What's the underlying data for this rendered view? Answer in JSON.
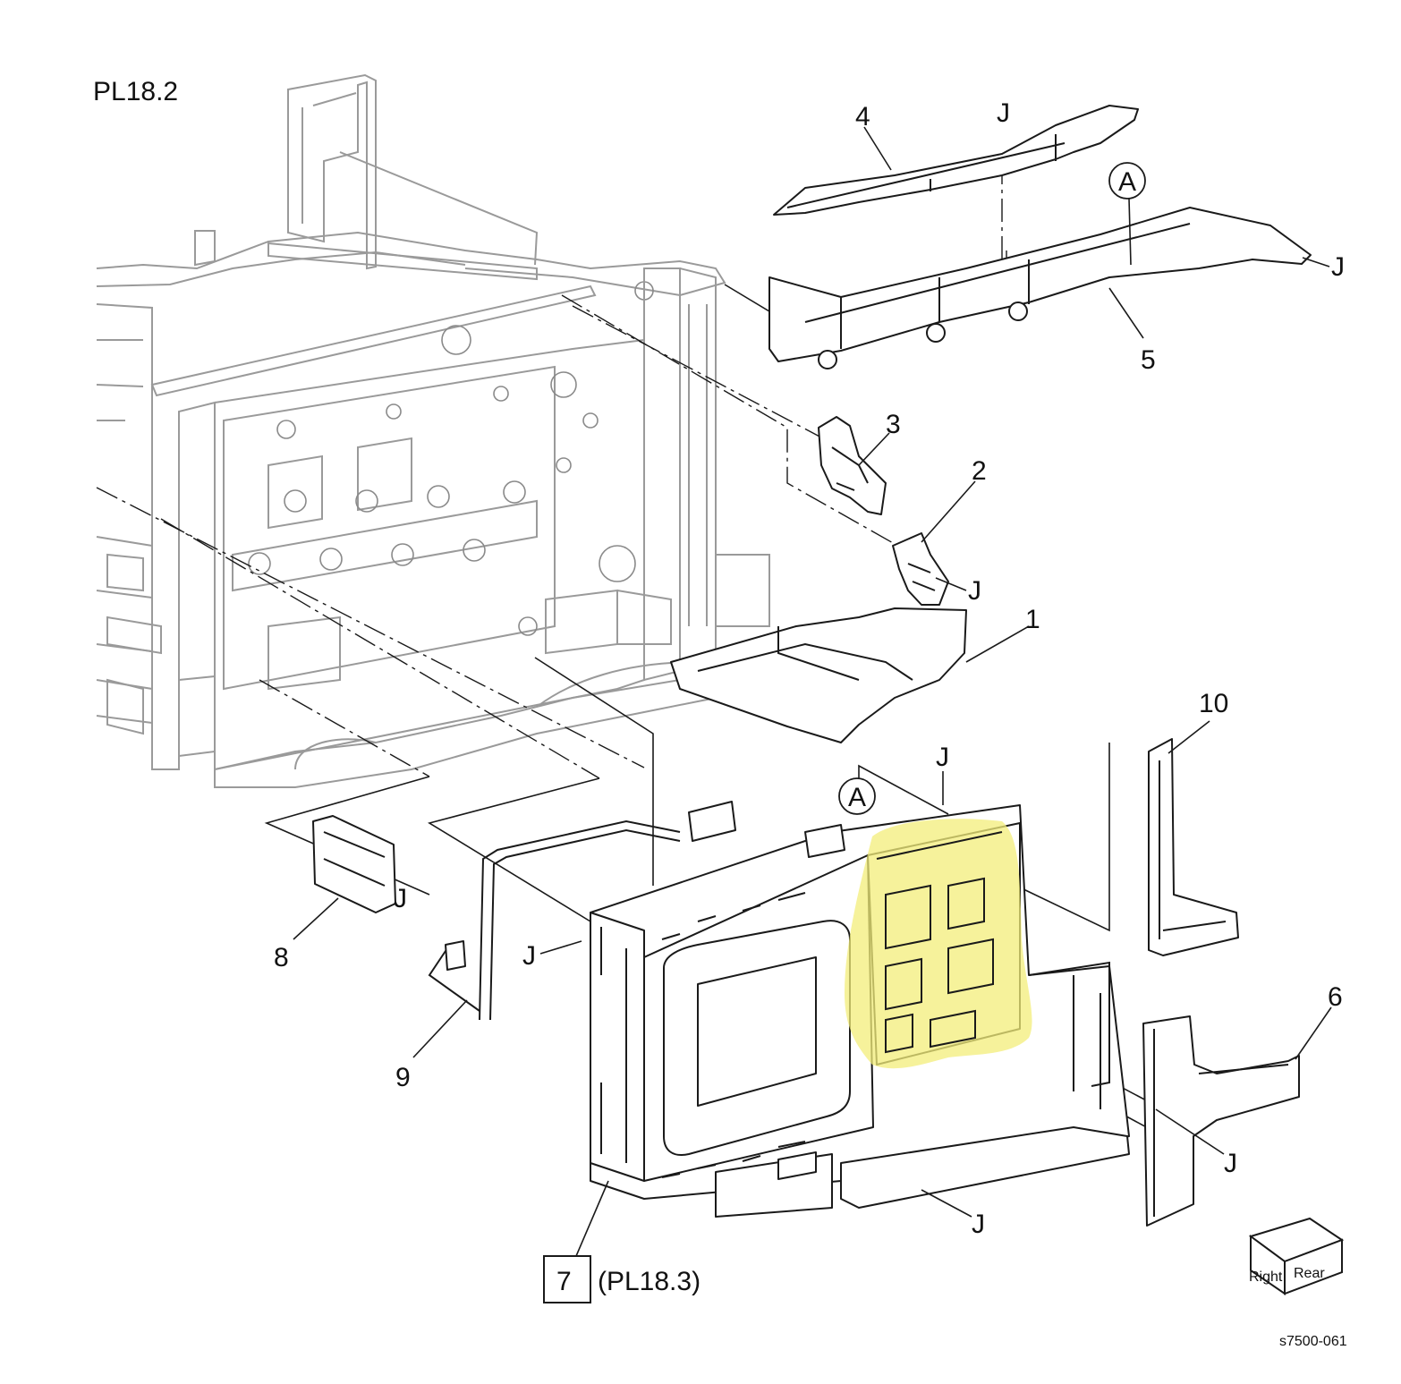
{
  "figure": {
    "plate_label": "PL18.2",
    "image_code": "s7500-061",
    "highlight_color": "#f3ee7a"
  },
  "callouts": {
    "c1": "1",
    "c2": "2",
    "c3": "3",
    "c4": "4",
    "c5": "5",
    "c6": "6",
    "c7": "7",
    "c7_ref": "(PL18.3)",
    "c8": "8",
    "c9": "9",
    "c10": "10"
  },
  "markers": {
    "a_top": "A",
    "a_mid": "A",
    "j": "J"
  },
  "orientation": {
    "right": "Right",
    "rear": "Rear"
  }
}
